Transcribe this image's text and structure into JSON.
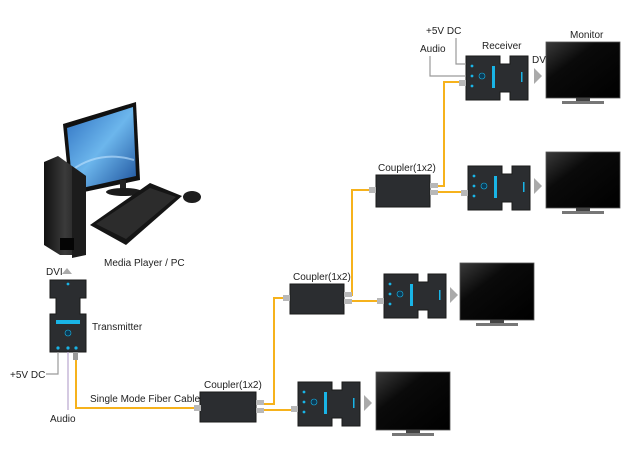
{
  "labels": {
    "source": "Media Player / PC",
    "dvi_source": "DVI",
    "transmitter": "Transmitter",
    "tx_power": "+5V DC",
    "tx_audio": "Audio",
    "cable": "Single Mode Fiber Cable",
    "coupler_1": "Coupler(1x2)",
    "coupler_2": "Coupler(1x2)",
    "coupler_3": "Coupler(1x2)",
    "rx_power": "+5V DC",
    "rx_audio": "Audio",
    "receiver": "Receiver",
    "dvi_out": "DVI",
    "monitor": "Monitor"
  },
  "colors": {
    "fiber": "#f6b21c",
    "device": "#2b2d30",
    "accent": "#19b4e6",
    "wire": "#9a9a9a",
    "audio_wire": "#b9a6cf"
  }
}
